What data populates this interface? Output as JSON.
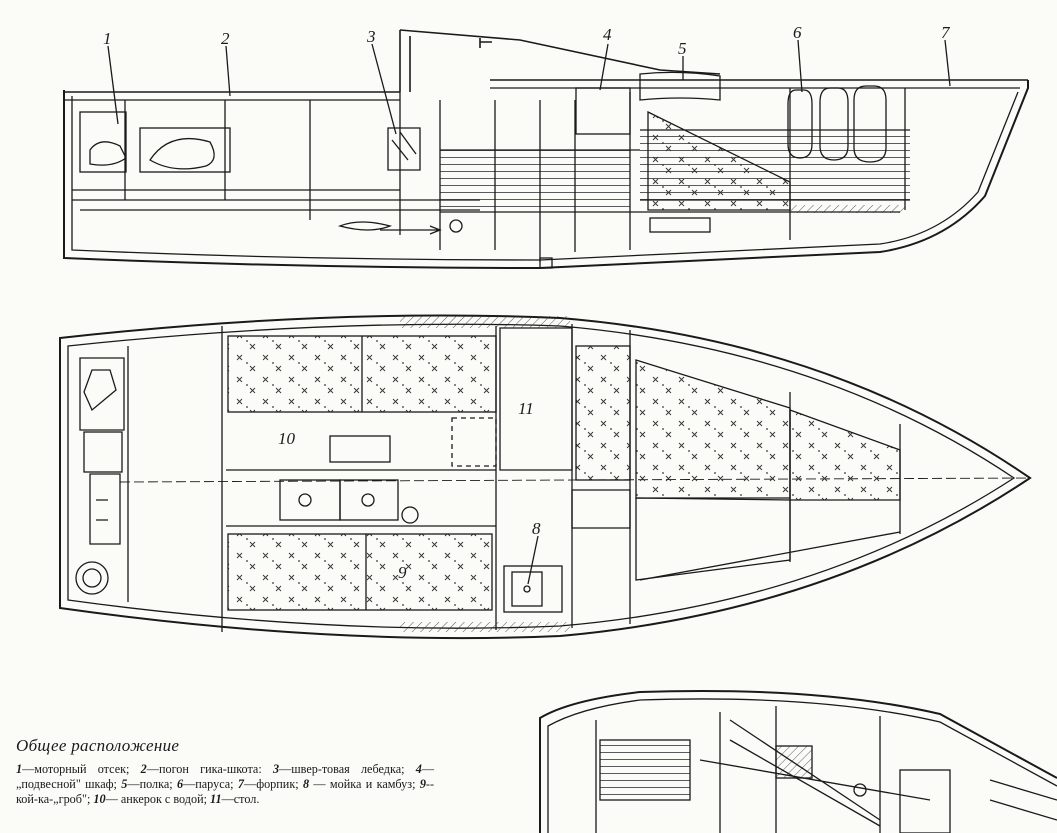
{
  "caption": "Общее расположение",
  "legend": [
    {
      "num": "1",
      "text": "—моторный отсек; "
    },
    {
      "num": "2",
      "text": "—погон гика-шкота: "
    },
    {
      "num": "3",
      "text": "—швер-товая лебедка; "
    },
    {
      "num": "4",
      "text": "—„подвесной\" шкаф; "
    },
    {
      "num": "5",
      "text": "—полка; "
    },
    {
      "num": "6",
      "text": "—паруса; "
    },
    {
      "num": "7",
      "text": "—форпик; "
    },
    {
      "num": "8",
      "text": " — мойка и камбуз; "
    },
    {
      "num": "9",
      "text": "--кой-ка-„гроб\"; "
    },
    {
      "num": "10",
      "text": "— анкерок с водой; "
    },
    {
      "num": "11",
      "text": "—стол."
    }
  ],
  "labels": {
    "l1": "1",
    "l2": "2",
    "l3": "3",
    "l4": "4",
    "l5": "5",
    "l6": "6",
    "l7": "7",
    "l8": "8",
    "l9": "9",
    "l10": "10",
    "l11": "11"
  }
}
